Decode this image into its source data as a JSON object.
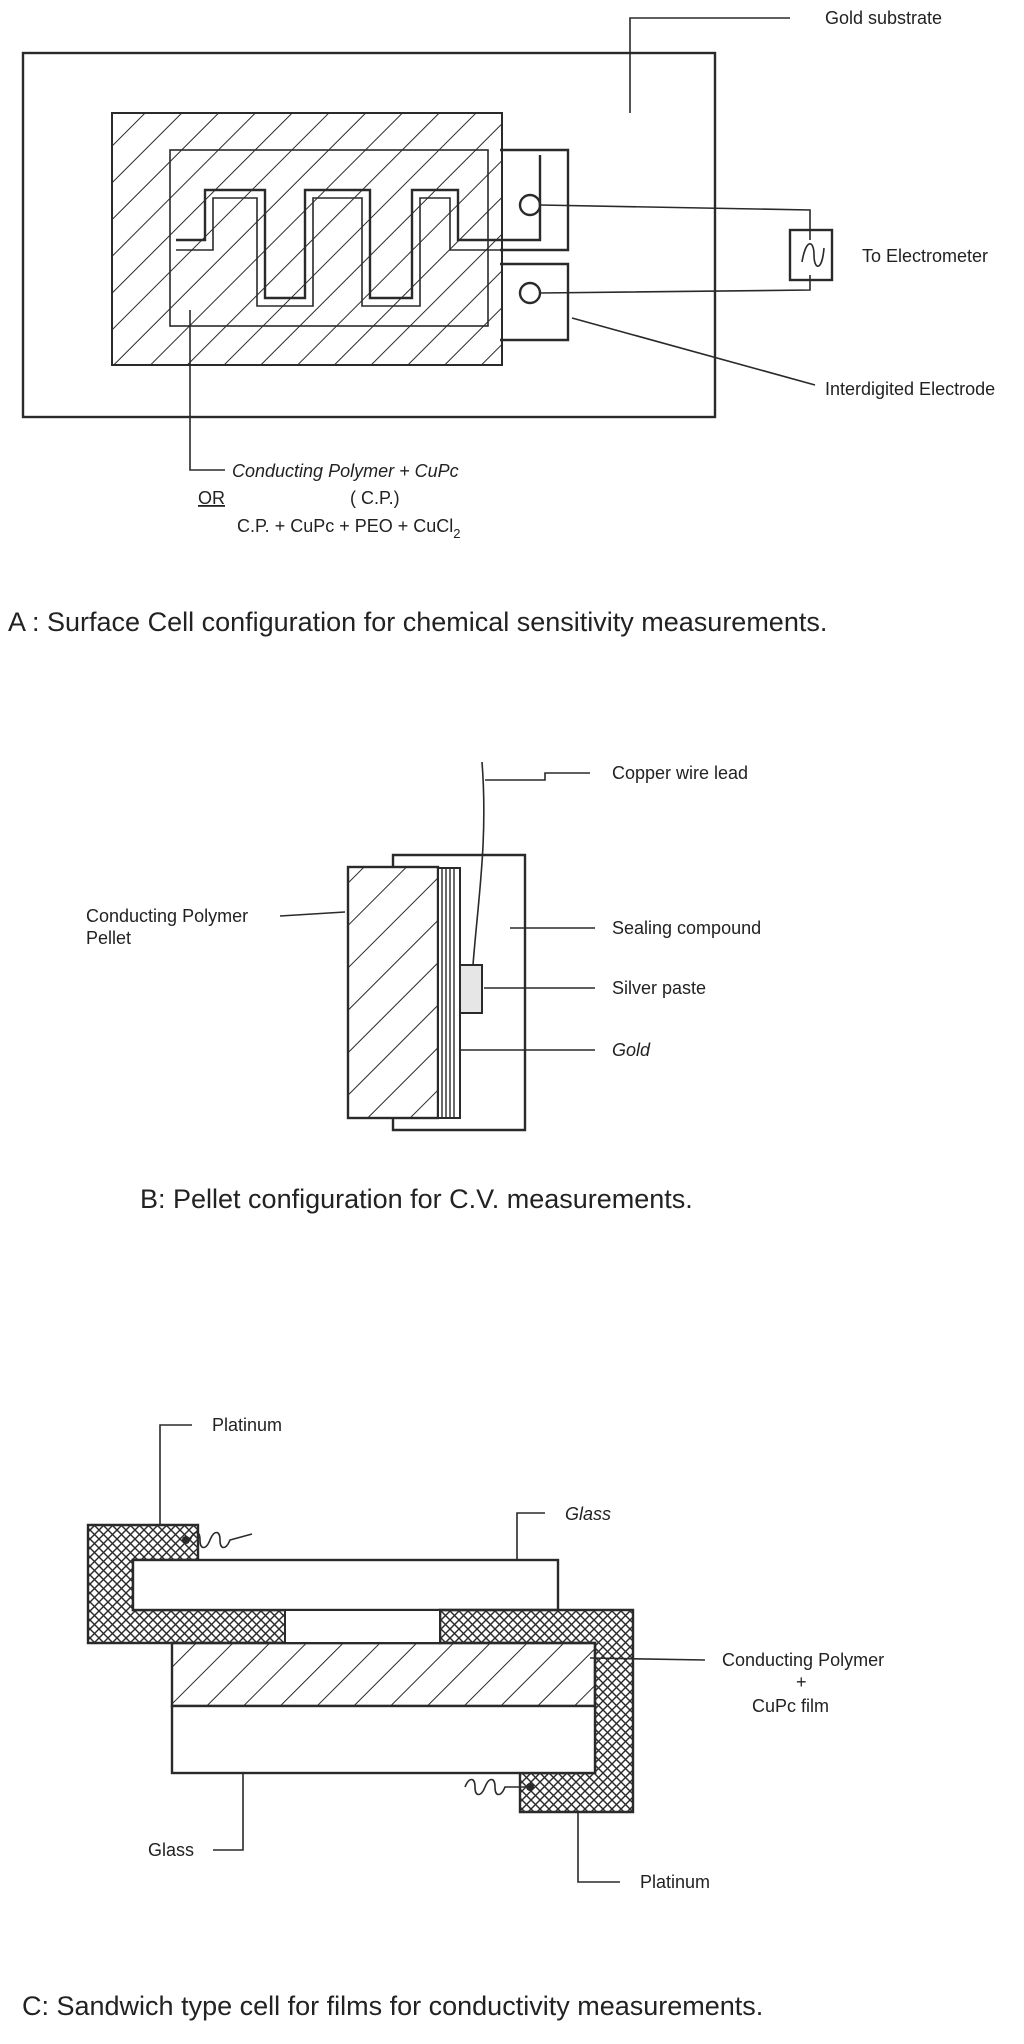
{
  "panel_a": {
    "labels": {
      "gold_substrate": "Gold substrate",
      "to_electrometer": "To Electrometer",
      "interdigited_electrode": "Interdigited Electrode",
      "polymer_line1": "Conducting Polymer + CuPc",
      "or": "OR",
      "cp_abbrev": "( C.P.)",
      "polymer_line2": "C.P. + CuPc + PEO + CuCl",
      "polymer_line2_sub": "2"
    },
    "caption": "A : Surface Cell configuration for chemical sensitivity measurements."
  },
  "panel_b": {
    "labels": {
      "copper_wire_lead": "Copper wire lead",
      "pellet_line1": "Conducting Polymer",
      "pellet_line2": "Pellet",
      "sealing_compound": "Sealing compound",
      "silver_paste": "Silver paste",
      "gold": "Gold"
    },
    "caption": "B: Pellet configuration for C.V. measurements."
  },
  "panel_c": {
    "labels": {
      "platinum_top": "Platinum",
      "glass_top": "Glass",
      "film_line1": "Conducting Polymer",
      "film_plus": "+",
      "film_line2": "CuPc film",
      "glass_bottom": "Glass",
      "platinum_bottom": "Platinum"
    },
    "caption": "C: Sandwich type cell for films for conductivity measurements."
  }
}
